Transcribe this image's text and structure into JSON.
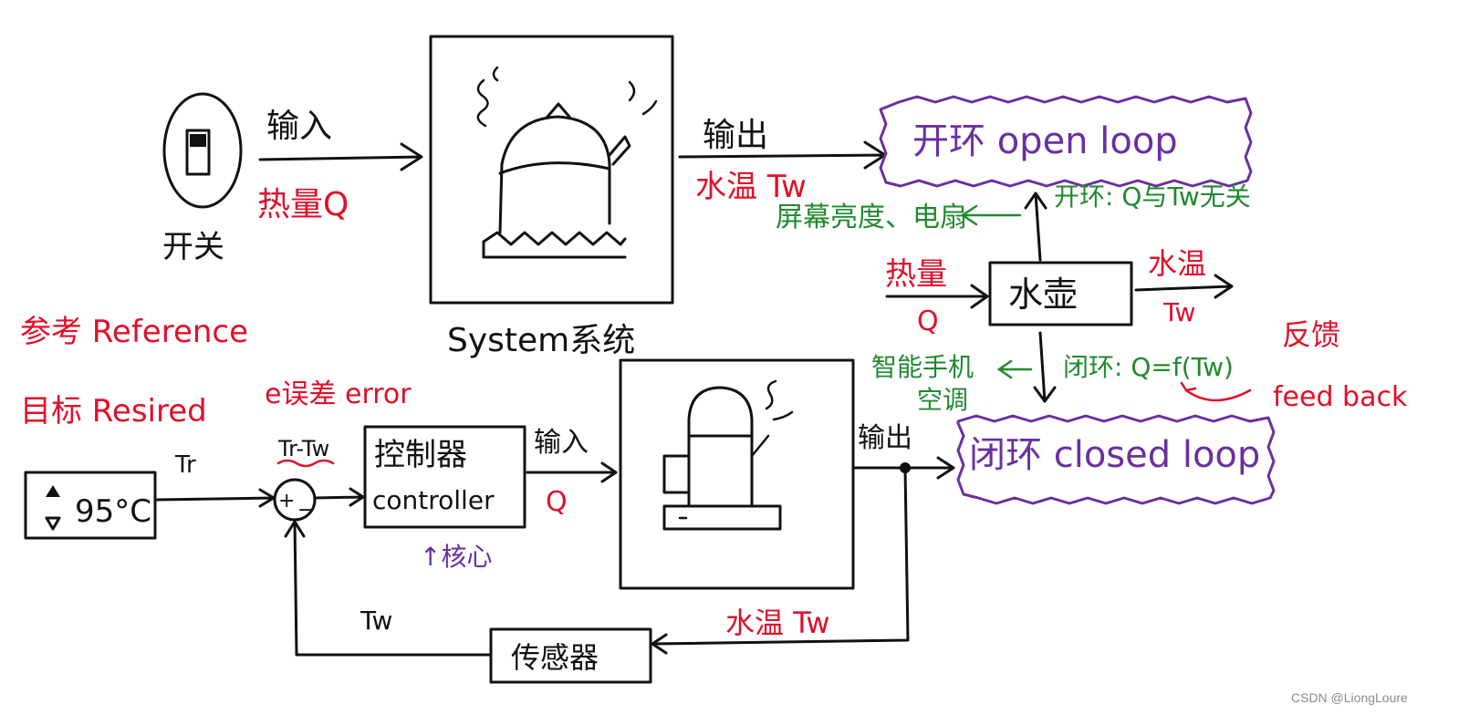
{
  "top": {
    "switch_label": "开关",
    "input_label": "输入",
    "heat_q_label": "热量Q",
    "system_label": "System系统",
    "output_label": "输出",
    "water_temp_label": "水温 Tw",
    "open_loop_label": "开环 open loop"
  },
  "middle": {
    "screen_fan_label": "屏幕亮度、电扇",
    "open_note_label": "开环: Q与Tw无关",
    "heat_label": "热量",
    "q_label": "Q",
    "kettle_label": "水壶",
    "water_temp_label": "水温",
    "tw_label": "Tw",
    "phone_label": "智能手机",
    "ac_label": "空调",
    "closed_note_label": "闭环: Q=f(Tw)",
    "feedback_cn_label": "反馈",
    "feedback_en_label": "feed back",
    "closed_loop_label": "闭环 closed loop"
  },
  "left": {
    "reference_label": "参考 Reference",
    "desired_label": "目标 Resired",
    "setpoint_value": "95°C",
    "tr_label": "Tr"
  },
  "bottom": {
    "error_label": "e误差 error",
    "tr_tw_label": "Tr-Tw",
    "controller_cn_label": "控制器",
    "controller_en_label": "controller",
    "core_label": "↑核心",
    "input_label": "输入",
    "q_label": "Q",
    "output_label": "输出",
    "water_temp_label": "水温 Tw",
    "tw_label": "Tw",
    "sensor_label": "传感器",
    "plus_sign": "+",
    "minus_sign": "−"
  },
  "watermark": "CSDN @LiongLoure",
  "colors": {
    "ink": "#111111",
    "red": "#e0102a",
    "green": "#1f8a2e",
    "purple": "#6a2fa0"
  }
}
